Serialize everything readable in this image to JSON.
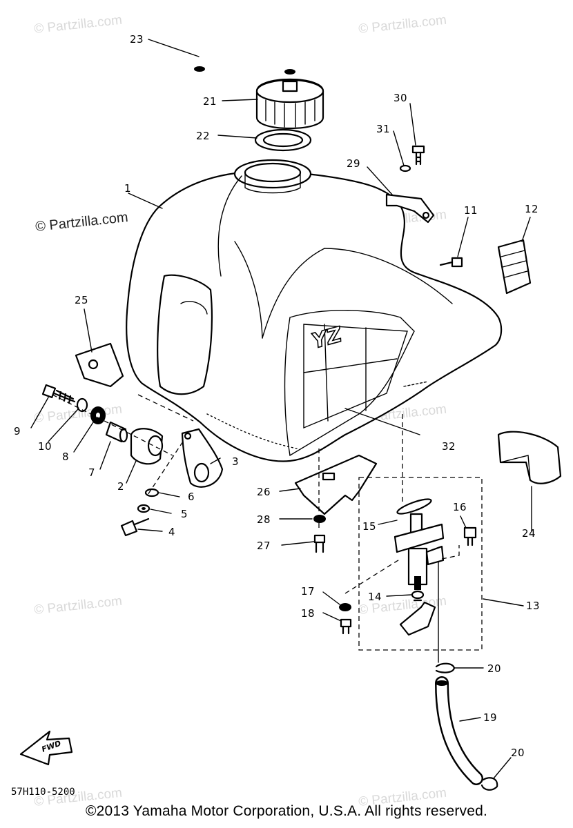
{
  "watermarks": [
    "© Partzilla.com",
    "© Partzilla.com",
    "© Partzilla.com",
    "© Partzilla.com",
    "© Partzilla.com",
    "© Partzilla.com",
    "© Partzilla.com",
    "© Partzilla.com",
    "© Partzilla.com",
    "© Partzilla.com"
  ],
  "tank_logo": "YZ",
  "forward_arrow_label": "FWD",
  "diagram_code": "57H110-5200",
  "copyright": "©2013 Yamaha Motor Corporation, U.S.A. All rights reserved.",
  "callouts": {
    "c1": "1",
    "c2": "2",
    "c3": "3",
    "c4": "4",
    "c5": "5",
    "c6": "6",
    "c7": "7",
    "c8": "8",
    "c9": "9",
    "c10": "10",
    "c11": "11",
    "c12": "12",
    "c13": "13",
    "c14": "14",
    "c15": "15",
    "c16": "16",
    "c17": "17",
    "c18": "18",
    "c19": "19",
    "c20a": "20",
    "c20b": "20",
    "c21": "21",
    "c22": "22",
    "c23": "23",
    "c24": "24",
    "c25": "25",
    "c26": "26",
    "c27": "27",
    "c28": "28",
    "c29": "29",
    "c30": "30",
    "c31": "31",
    "c32": "32"
  }
}
